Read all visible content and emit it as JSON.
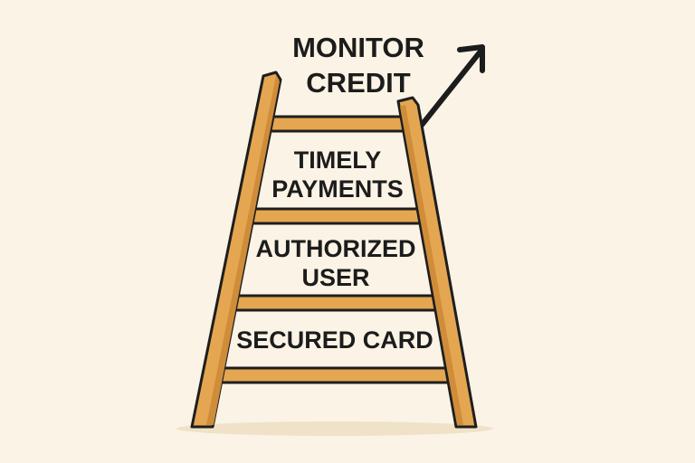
{
  "diagram": {
    "top_label": [
      "MONITOR",
      "CREDIT"
    ],
    "steps": [
      {
        "lines": [
          "TIMELY",
          "PAYMENTS"
        ]
      },
      {
        "lines": [
          "AUTHORIZED",
          "USER"
        ]
      },
      {
        "lines": [
          "SECURED CARD"
        ]
      }
    ]
  },
  "colors": {
    "background": "#fbf3e5",
    "wood": "#e4a651",
    "outline": "#1e1e1e"
  }
}
